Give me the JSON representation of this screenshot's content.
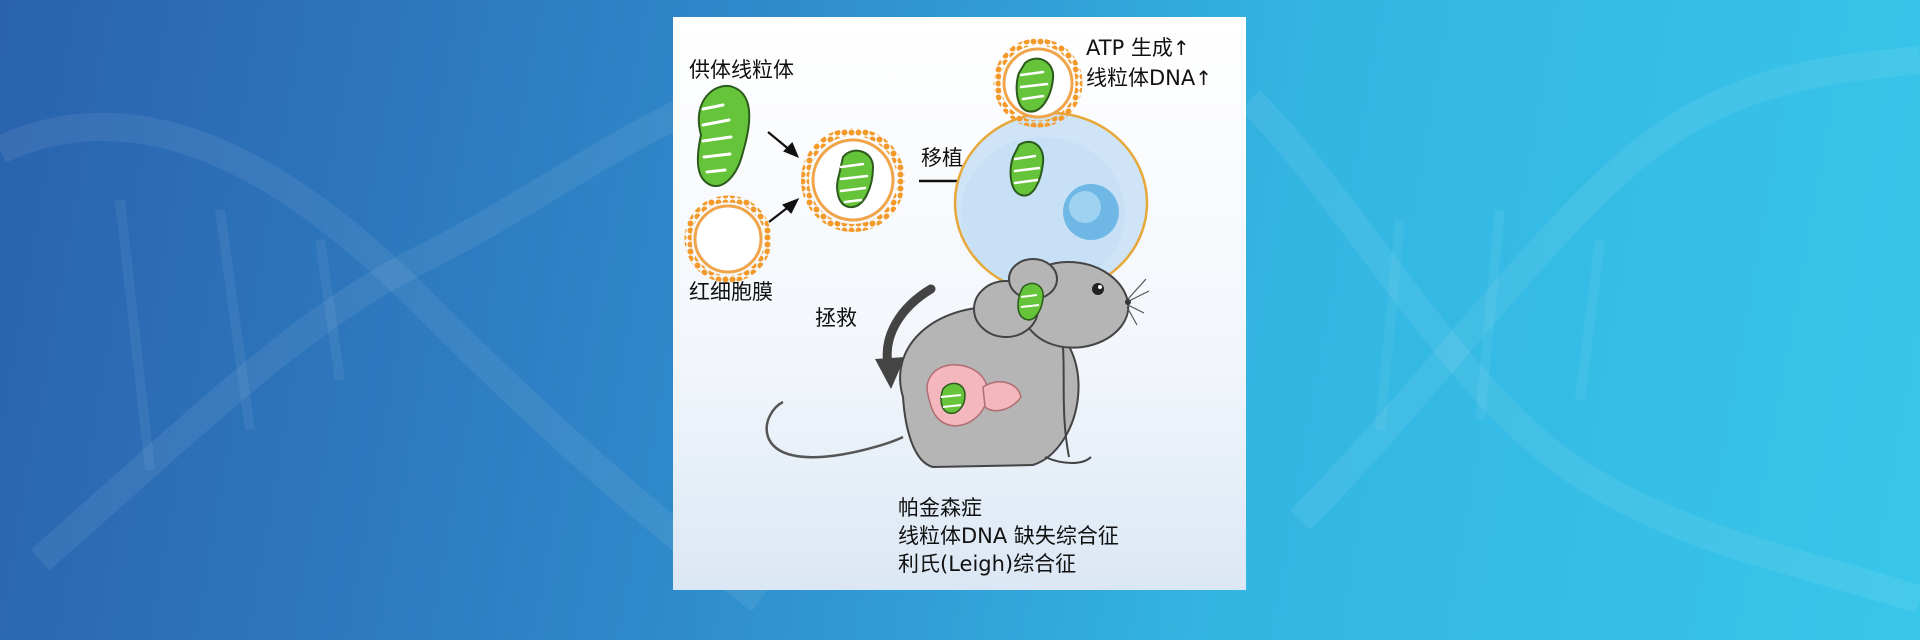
{
  "diagram": {
    "donor_label": "供体线粒体",
    "membrane_label": "红细胞膜",
    "transplant_label": "移植",
    "atp_label": "ATP 生成",
    "mtdna_label": "线粒体DNA",
    "increase_symbol": "↑",
    "rescue_label": "拯救",
    "diseases": [
      "帕金森症",
      "线粒体DNA 缺失综合征",
      "利氏(Leigh)综合征"
    ]
  },
  "colors": {
    "mito_green": "#66c43a",
    "membrane_orange": "#f39a2b",
    "cell_blue": "#cfe4f6",
    "mouse_gray": "#b5b5b5",
    "organ_pink": "#f4b7bd"
  }
}
